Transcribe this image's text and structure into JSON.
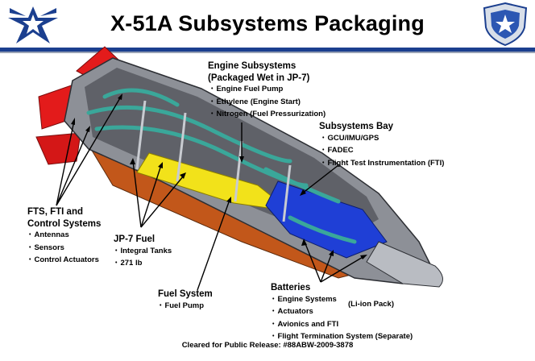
{
  "title": "X-51A Subsystems Packaging",
  "callouts": {
    "engine": {
      "heading": [
        "Engine Subsystems",
        "(Packaged Wet in JP-7)"
      ],
      "items": [
        "Engine Fuel Pump",
        "Ethylene (Engine Start)",
        "Nitrogen (Fuel Pressurization)"
      ]
    },
    "bay": {
      "heading": [
        "Subsystems Bay"
      ],
      "items": [
        "GCU/IMU/GPS",
        "FADEC",
        "Flight Test Instrumentation (FTI)"
      ]
    },
    "fts": {
      "heading": [
        "FTS, FTI and",
        "Control Systems"
      ],
      "items": [
        "Antennas",
        "Sensors",
        "Control Actuators"
      ]
    },
    "jp7": {
      "heading": [
        "JP-7 Fuel"
      ],
      "items": [
        "Integral Tanks",
        "271 lb"
      ]
    },
    "fuel_system": {
      "heading": [
        "Fuel System"
      ],
      "items": [
        "Fuel Pump"
      ]
    },
    "batteries": {
      "heading": [
        "Batteries"
      ],
      "items": [
        "Engine Systems",
        "Actuators",
        "Avionics and FTI",
        "Flight Termination System (Separate)"
      ],
      "note": "(Li-ion Pack)"
    }
  },
  "footer": "Cleared for Public Release:  #88ABW-2009-3878",
  "colors": {
    "title_rule": "#1b3f8f",
    "fin": "#e31b1b",
    "fuel_tank": "#f2e21a",
    "subsystems_bay": "#1f3fd6",
    "tubing": "#3aa79a",
    "belly": "#c2571a",
    "nose": "#b9bcc2"
  },
  "icons": [
    "air-force-wings-icon",
    "afrl-shield-icon"
  ]
}
